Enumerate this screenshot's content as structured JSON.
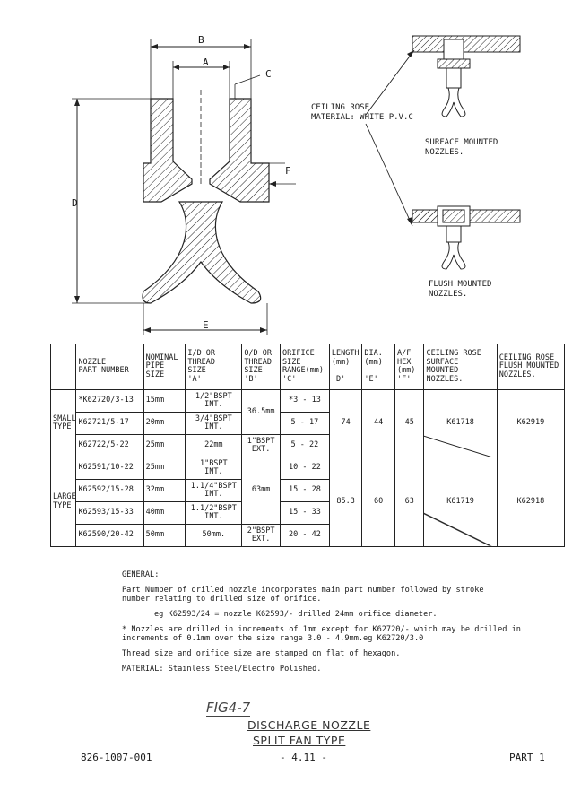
{
  "diagram": {
    "dim_b": "B",
    "dim_a": "A",
    "dim_c": "C",
    "dim_d": "D",
    "dim_e": "E",
    "dim_f": "F",
    "ceiling_rose_line1": "CEILING ROSE",
    "ceiling_rose_line2": "MATERIAL: WHITE P.V.C",
    "surface_line1": "SURFACE MOUNTED",
    "surface_line2": "NOZZLES.",
    "flush_line1": "FLUSH MOUNTED",
    "flush_line2": "NOZZLES."
  },
  "table": {
    "headers": {
      "part": "NOZZLE\nPART NUMBER",
      "pipe": "NOMINAL\nPIPE\nSIZE",
      "id": "I/D OR\nTHREAD\nSIZE\n'A'",
      "od": "O/D OR\nTHREAD\nSIZE\n'B'",
      "orifice": "ORIFICE\nSIZE\nRANGE(mm)\n'C'",
      "length": "LENGTH\n(mm)\n\n'D'",
      "dia": "DIA.\n(mm)\n\n'E'",
      "af": "A/F\nHEX\n(mm)\n'F'",
      "surface": "CEILING ROSE\nSURFACE MOUNTED\nNOZZLES.",
      "flush": "CEILING ROSE\nFLUSH MOUNTED\nNOZZLES."
    },
    "small": {
      "type_label": "SMALL\nTYPE",
      "rows": [
        {
          "part": "*K62720/3-13",
          "pipe": "15mm",
          "id": "1/2\"BSPT\nINT.",
          "orifice": "*3 - 13"
        },
        {
          "part": "K62721/5-17",
          "pipe": "20mm",
          "id": "3/4\"BSPT\nINT.",
          "orifice": "5 - 17"
        },
        {
          "part": "K62722/5-22",
          "pipe": "25mm",
          "id": "22mm",
          "orifice": "5 - 22"
        }
      ],
      "od_shared": "36.5mm",
      "od_last": "1\"BSPT\nEXT.",
      "length": "74",
      "dia": "44",
      "af": "45",
      "surface": "K61718",
      "flush": "K62919"
    },
    "large": {
      "type_label": "LARGE\nTYPE",
      "rows": [
        {
          "part": "K62591/10-22",
          "pipe": "25mm",
          "id": "1\"BSPT\nINT.",
          "orifice": "10 - 22"
        },
        {
          "part": "K62592/15-28",
          "pipe": "32mm",
          "id": "1.1/4\"BSPT\nINT.",
          "orifice": "15 - 28"
        },
        {
          "part": "K62593/15-33",
          "pipe": "40mm",
          "id": "1.1/2\"BSPT\nINT.",
          "orifice": "15 - 33"
        },
        {
          "part": "K62590/20-42",
          "pipe": "50mm",
          "id": "50mm.",
          "orifice": "20 - 42"
        }
      ],
      "od_shared": "63mm",
      "od_last": "2\"BSPT\nEXT.",
      "length": "85.3",
      "dia": "60",
      "af": "63",
      "surface": "K61719",
      "flush": "K62918"
    }
  },
  "notes": {
    "general": "GENERAL:",
    "para1": "Part Number of drilled nozzle incorporates main part number followed by stroke\nnumber relating to drilled size of orifice.",
    "example": "eg K62593/24 = nozzle K62593/- drilled 24mm orifice diameter.",
    "para2": "* Nozzles are drilled in increments of 1mm except for K62720/- which may be drilled in\nincrements of 0.1mm over the size range 3.0 - 4.9mm.eg K62720/3.0",
    "para3": "Thread size and orifice size are stamped on flat of hexagon.",
    "material": "MATERIAL:  Stainless Steel/Electro  Polished."
  },
  "caption": {
    "fig": "FIG4-7",
    "title1": "DISCHARGE NOZZLE",
    "title2": "SPLIT FAN TYPE"
  },
  "footer": {
    "doc_number": "826-1007-001",
    "page": "- 4.11 -",
    "part": "PART 1"
  }
}
